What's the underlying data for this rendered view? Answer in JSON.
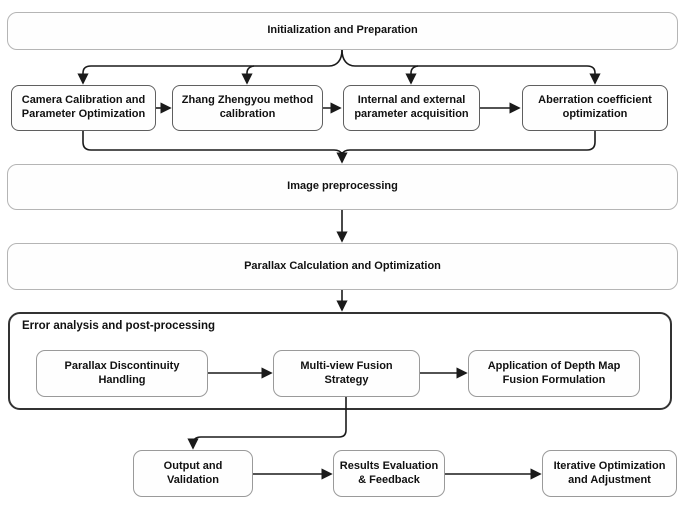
{
  "flowchart": {
    "top_node": {
      "label": "Initialization and Preparation"
    },
    "calibration_row": [
      {
        "label": "Camera Calibration and Parameter Optimization"
      },
      {
        "label": "Zhang Zhengyou method calibration"
      },
      {
        "label": "Internal and external parameter acquisition"
      },
      {
        "label": "Aberration coefficient optimization"
      }
    ],
    "preprocessing_node": {
      "label": "Image preprocessing"
    },
    "parallax_node": {
      "label": "Parallax Calculation and Optimization"
    },
    "error_group": {
      "label": "Error analysis and post-processing",
      "children": [
        {
          "label": "Parallax Discontinuity Handling"
        },
        {
          "label": "Multi-view Fusion Strategy"
        },
        {
          "label": "Application of Depth Map Fusion Formulation"
        }
      ]
    },
    "output_row": [
      {
        "label": "Output and Validation"
      },
      {
        "label": "Results Evaluation & Feedback"
      },
      {
        "label": "Iterative Optimization and Adjustment"
      }
    ],
    "colors": {
      "line": "#1a1a1a",
      "text": "#111111",
      "box_fill": "#fefefe",
      "border_light": "#b5b5b5",
      "border_medium": "#5f5f5f",
      "group_border": "#333333"
    }
  }
}
